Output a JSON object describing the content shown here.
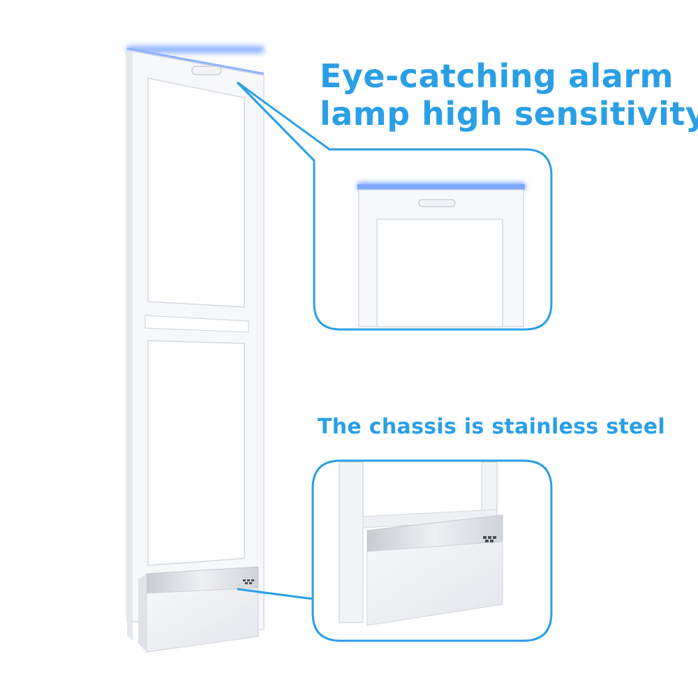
{
  "headline": {
    "line1": "Eye-catching alarm",
    "line2": "lamp high sensitivity"
  },
  "subheadline": "The chassis is stainless steel",
  "colors": {
    "accent_text": "#2a9fe6",
    "callout_stroke": "#2a9fe6",
    "alarm_lamp": "#6a9bff",
    "frame": "#f6f7f9",
    "frame_edge": "#d9dde3"
  },
  "icons": [
    "alarm-lamp-icon",
    "brand-logo-mark-icon"
  ]
}
